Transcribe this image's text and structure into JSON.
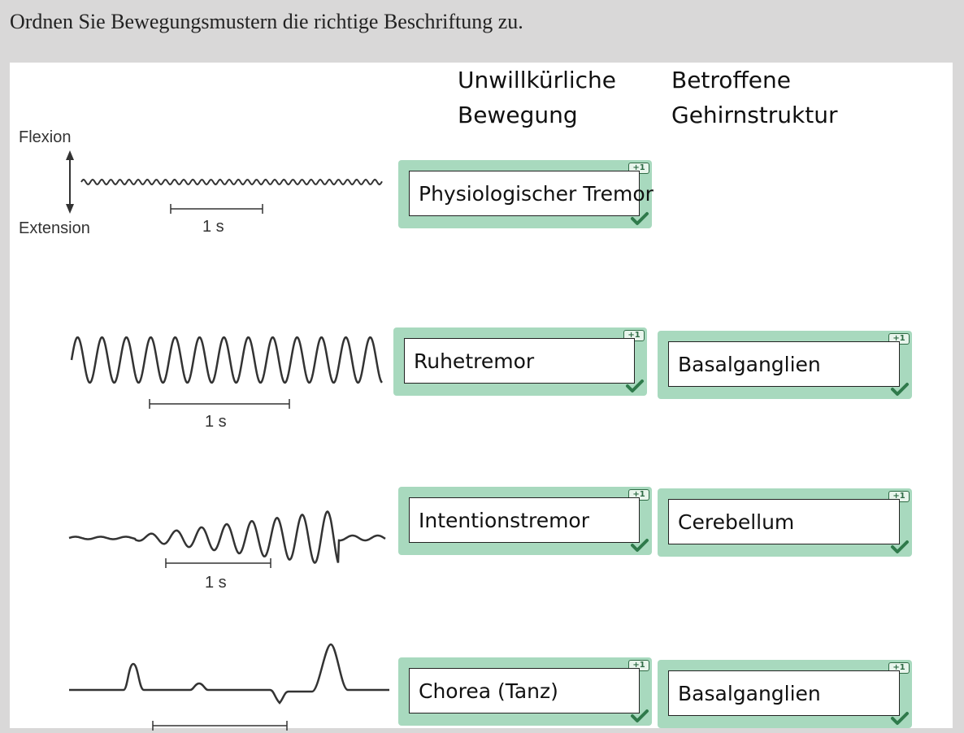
{
  "prompt": "Ordnen Sie Bewegungsmustern die richtige Beschriftung zu.",
  "headers": {
    "movement": [
      "Unwillkürliche",
      "Bewegung"
    ],
    "structure": [
      "Betroffene",
      "Gehirnstruktur"
    ]
  },
  "trace_labels": {
    "flexion": "Flexion",
    "extension": "Extension",
    "scale": "1 s"
  },
  "score_badge": "+1",
  "rows": [
    {
      "movement": "Physiologischer Tremor",
      "structure": ""
    },
    {
      "movement": "Ruhetremor",
      "structure": "Basalganglien"
    },
    {
      "movement": "Intentionstremor",
      "structure": "Cerebellum"
    },
    {
      "movement": "Chorea (Tanz)",
      "structure": "Basalganglien"
    }
  ],
  "colors": {
    "page_background": "#d9d8d8",
    "answer_frame": "#a8d9be",
    "correct_check": "#2f7a4b"
  },
  "icons": {
    "correct": "checkmark-icon",
    "score": "plus-one-badge"
  }
}
